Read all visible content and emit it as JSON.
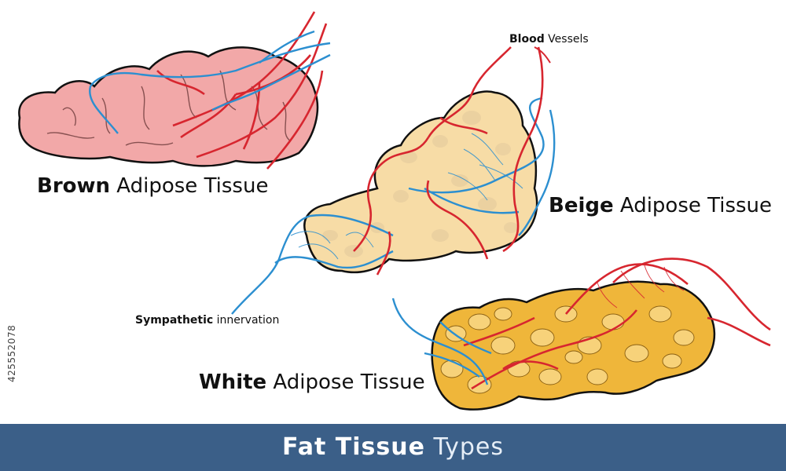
{
  "labels": {
    "brown": {
      "strong": "Brown",
      "rest": " Adipose Tissue"
    },
    "beige": {
      "strong": "Beige",
      "rest": " Adipose Tissue"
    },
    "white": {
      "strong": "White",
      "rest": " Adipose Tissue"
    },
    "blood_vessels": {
      "strong": "Blood",
      "rest": " Vessels"
    },
    "sympathetic": {
      "strong": "Sympathetic",
      "rest": " innervation"
    }
  },
  "banner": {
    "strong": "Fat Tissue",
    "rest": " Types"
  },
  "stock_id": "425552078",
  "colors": {
    "brown_tissue": "#f2a8a8",
    "beige_tissue": "#f7dca6",
    "white_tissue": "#efb63a",
    "artery": "#d7262f",
    "nerve": "#2c8fd0",
    "banner": "#3b5f88"
  }
}
